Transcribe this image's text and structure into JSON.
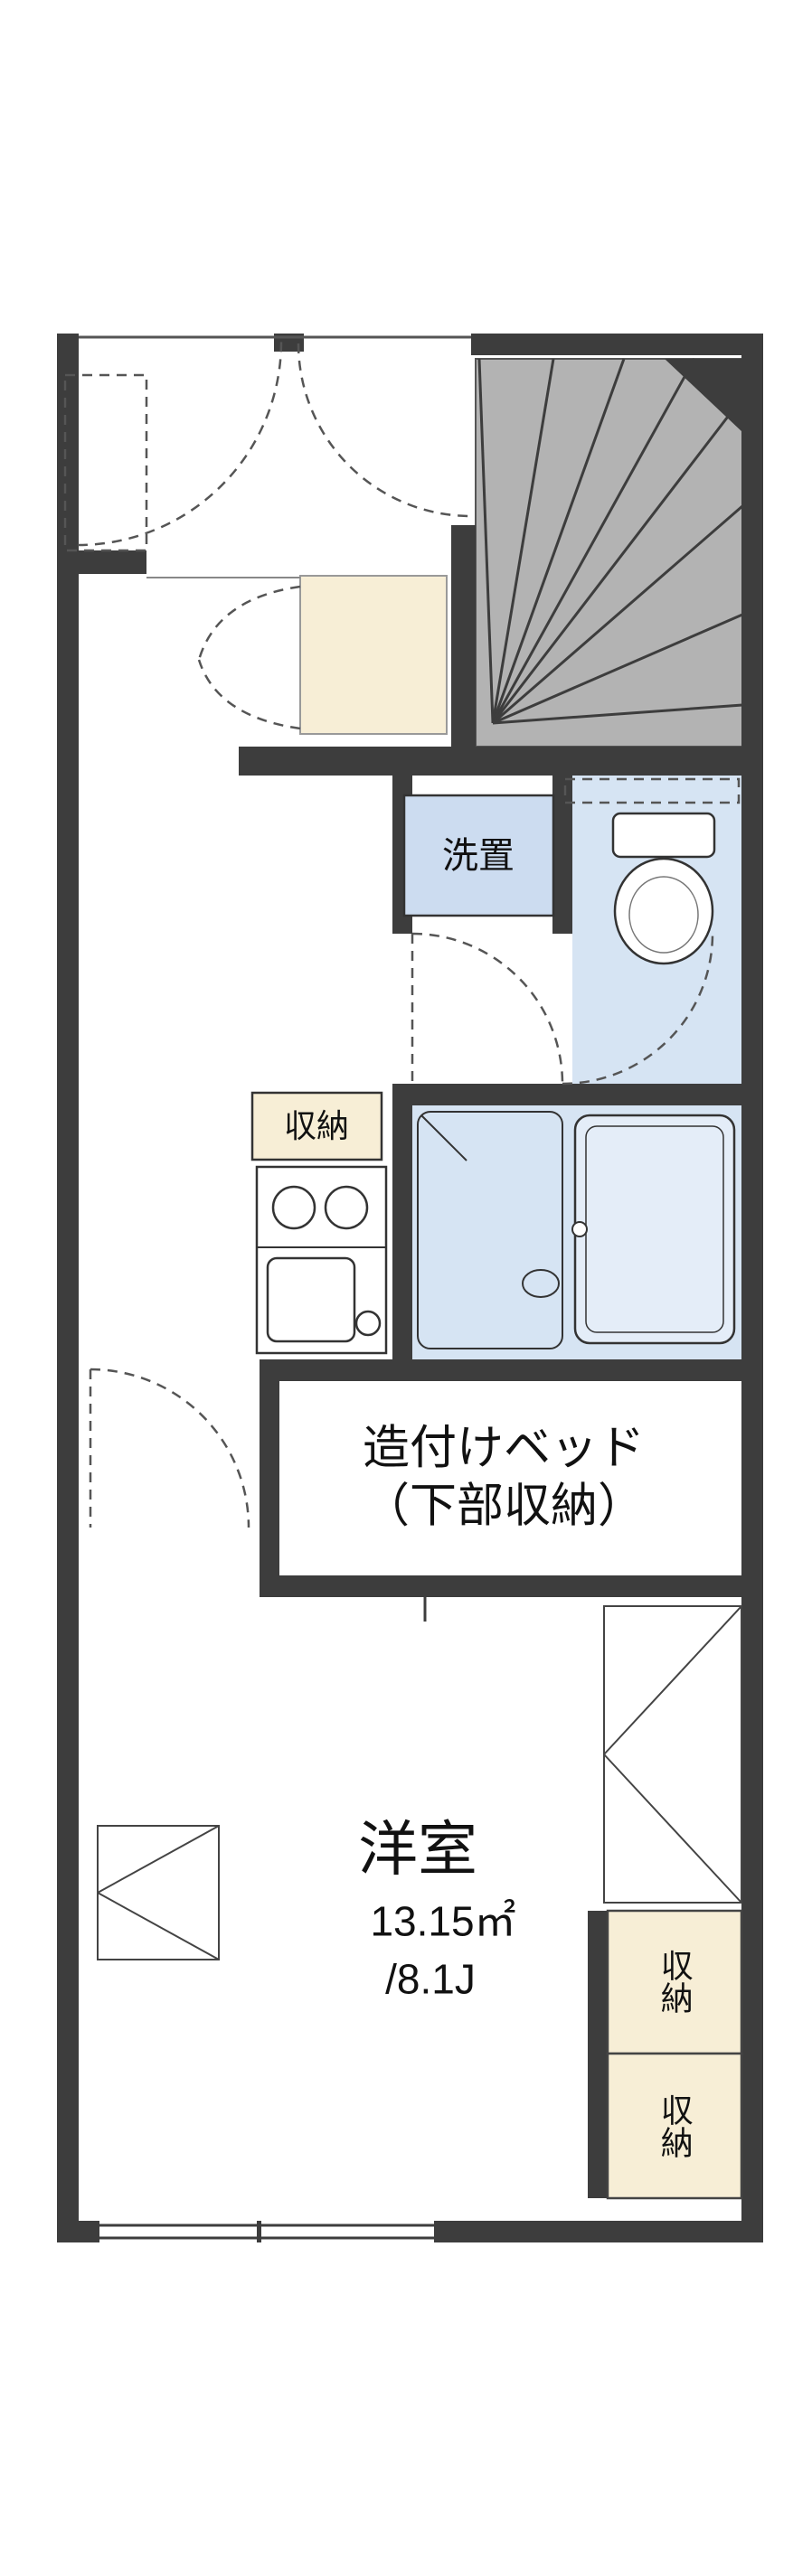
{
  "floorplan": {
    "type": "apartment-floor-plan",
    "rooms": {
      "laundry": {
        "label": "洗置"
      },
      "kitchen_storage": {
        "label": "収納"
      },
      "built_in_bed": {
        "label_line1": "造付けベッド",
        "label_line2": "（下部収納）"
      },
      "western_room": {
        "name": "洋室",
        "area_m2": "13.15㎡",
        "area_tatami": "/8.1J"
      },
      "closet_upper": {
        "label": "収納"
      },
      "closet_lower": {
        "label": "収納"
      }
    },
    "colors": {
      "wall": "#3d3d3d",
      "stairs_fill": "#b3b3b3",
      "wet_area_fill": "#d6e4f3",
      "laundry_fill": "#ccdcf0",
      "storage_fill": "#f7eed6",
      "tub_fill": "#e4edf8",
      "background": "#ffffff"
    }
  }
}
